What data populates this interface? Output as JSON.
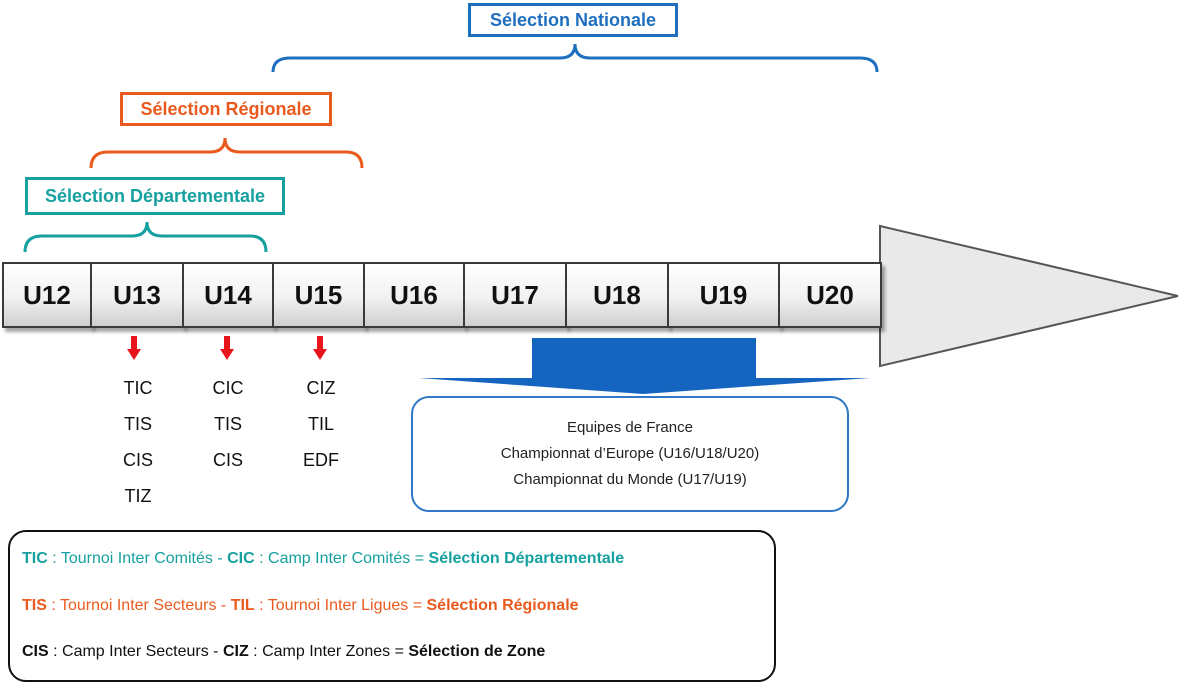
{
  "levels": {
    "national": {
      "label": "Sélection Nationale",
      "color": "#1f6fbf"
    },
    "regional": {
      "label": "Sélection Régionale",
      "color": "#ea5a1e"
    },
    "departmental": {
      "label": "Sélection Départementale",
      "color": "#16a0a0"
    }
  },
  "age_categories": [
    "U12",
    "U13",
    "U14",
    "U15",
    "U16",
    "U17",
    "U18",
    "U19",
    "U20"
  ],
  "competitions": {
    "u13": [
      "TIC",
      "TIS",
      "CIS",
      "TIZ"
    ],
    "u14": [
      "CIC",
      "TIS",
      "CIS"
    ],
    "u15": [
      "CIZ",
      "TIL",
      "EDF"
    ]
  },
  "france_teams": {
    "line1": "Equipes de France",
    "line2": "Championnat d’Europe (U16/U18/U20)",
    "line3": "Championnat du Monde (U17/U19)"
  },
  "legend": {
    "row1": {
      "abbr1": "TIC",
      "desc1": " : Tournoi Inter Comités - ",
      "abbr2": "CIC",
      "desc2": " : Camp Inter Comités = ",
      "result": "Sélection Départementale",
      "color": "#16a0a0"
    },
    "row2": {
      "abbr1": "TIS",
      "desc1": " : Tournoi Inter Secteurs - ",
      "abbr2": "TIL",
      "desc2": " : Tournoi Inter Ligues = ",
      "result": "Sélection Régionale",
      "color": "#ea5a1e"
    },
    "row3": {
      "abbr1": "CIS",
      "desc1": " : Camp Inter Secteurs - ",
      "abbr2": "CIZ",
      "desc2": " : Camp Inter Zones = ",
      "result": "Sélection de Zone",
      "color": "#111111"
    }
  },
  "arrow_color": "#e8141b",
  "france_block_color": "#1565c0"
}
